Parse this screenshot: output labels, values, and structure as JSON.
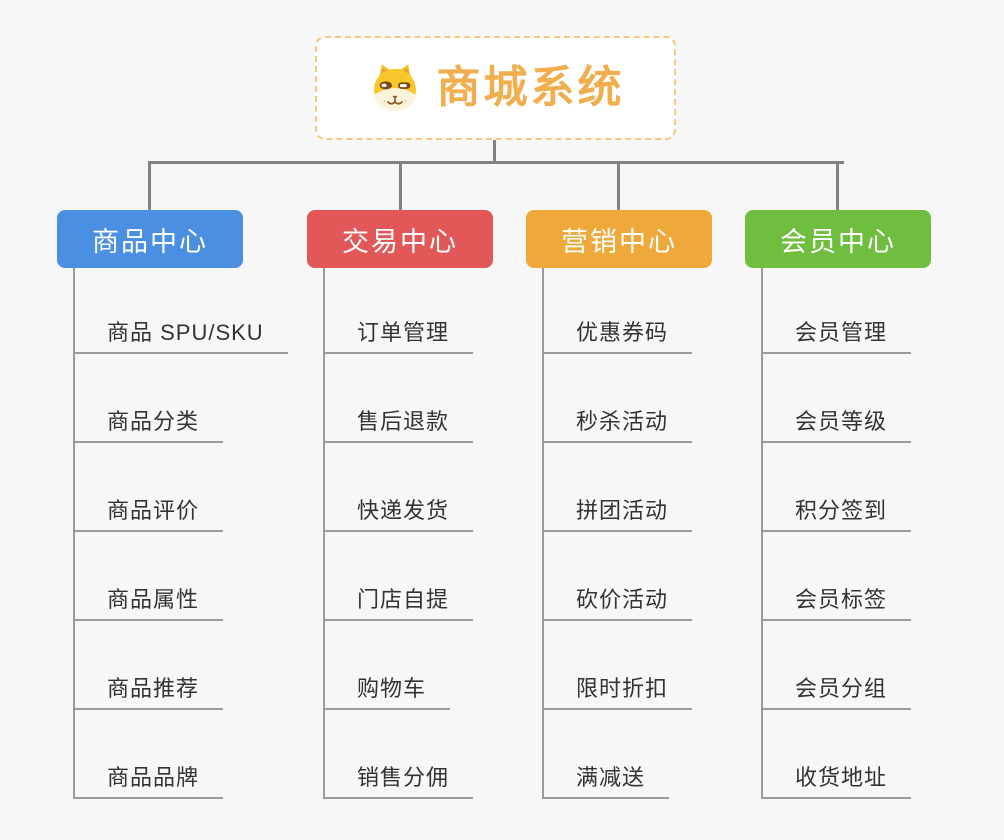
{
  "root": {
    "title": "商城系统",
    "icon": "dog-face-icon"
  },
  "branches": [
    {
      "label": "商品中心",
      "color": "#4a8fe2",
      "items": [
        "商品 SPU/SKU",
        "商品分类",
        "商品评价",
        "商品属性",
        "商品推荐",
        "商品品牌"
      ]
    },
    {
      "label": "交易中心",
      "color": "#e25858",
      "items": [
        "订单管理",
        "售后退款",
        "快递发货",
        "门店自提",
        "购物车",
        "销售分佣"
      ]
    },
    {
      "label": "营销中心",
      "color": "#efa93b",
      "items": [
        "优惠券码",
        "秒杀活动",
        "拼团活动",
        "砍价活动",
        "限时折扣",
        "满减送"
      ]
    },
    {
      "label": "会员中心",
      "color": "#6fbe3f",
      "items": [
        "会员管理",
        "会员等级",
        "积分签到",
        "会员标签",
        "会员分组",
        "收货地址"
      ]
    }
  ],
  "colors": {
    "background": "#f7f7f7",
    "connector": "#828282",
    "leaf_line": "#9b9b9b",
    "leaf_text": "#333333",
    "root_border": "#f6c87e",
    "root_title": "#f0ae4e",
    "node_text": "#ffffff"
  }
}
